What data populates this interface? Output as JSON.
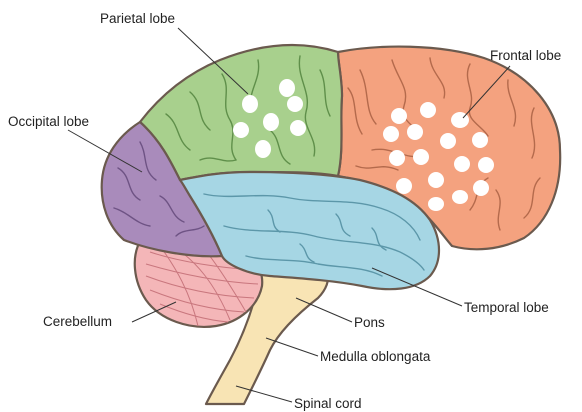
{
  "labels": {
    "parietal": "Parietal lobe",
    "frontal": "Frontal lobe",
    "occipital": "Occipital lobe",
    "cerebellum": "Cerebellum",
    "temporal": "Temporal lobe",
    "pons": "Pons",
    "medulla": "Medulla oblongata",
    "spinal": "Spinal cord"
  },
  "colors": {
    "parietal": "#a8d08d",
    "frontal": "#f4a27f",
    "occipital": "#a98bbb",
    "temporal": "#a6d6e4",
    "cerebellum": "#f4b6b8",
    "stem": "#f8e4b4",
    "outline": "#6b5a4e"
  }
}
